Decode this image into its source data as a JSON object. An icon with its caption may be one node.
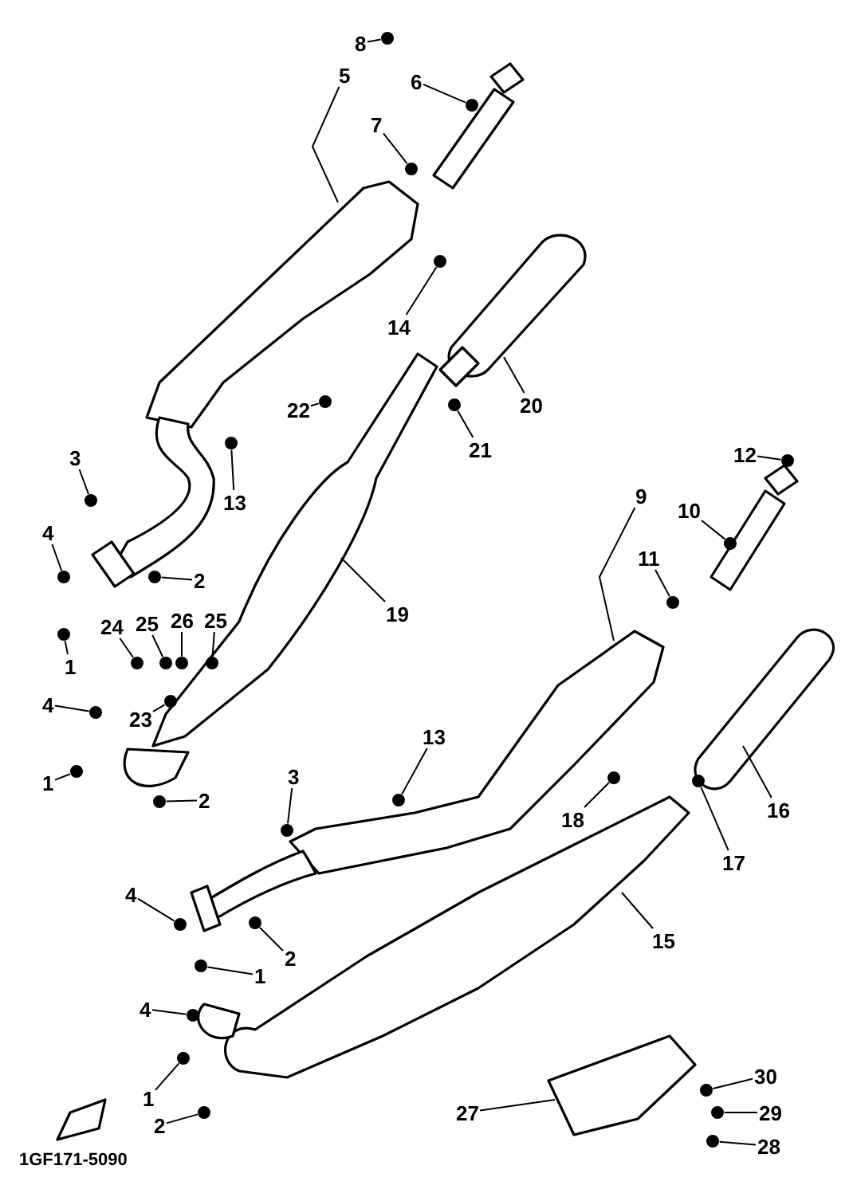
{
  "diagram": {
    "nodes": [
      {
        "text": [
          "8"
        ]
      },
      {
        "text": [
          "5"
        ]
      },
      {
        "text": [
          "6"
        ]
      },
      {
        "text": [
          "7"
        ]
      },
      {
        "text": [
          "14"
        ]
      },
      {
        "text": [
          "20"
        ]
      },
      {
        "text": [
          "22"
        ]
      },
      {
        "text": [
          "21"
        ]
      },
      {
        "text": [
          "3"
        ]
      },
      {
        "text": [
          "13"
        ]
      },
      {
        "text": [
          "4"
        ]
      },
      {
        "text": [
          "2"
        ]
      },
      {
        "text": [
          "19"
        ]
      },
      {
        "text": [
          "1"
        ]
      },
      {
        "text": [
          "24"
        ]
      },
      {
        "text": [
          "25"
        ]
      },
      {
        "text": [
          "26"
        ]
      },
      {
        "text": [
          "25"
        ]
      },
      {
        "text": [
          "4"
        ]
      },
      {
        "text": [
          "23"
        ]
      },
      {
        "text": [
          "1"
        ]
      },
      {
        "text": [
          "2"
        ]
      },
      {
        "text": [
          "12"
        ]
      },
      {
        "text": [
          "9"
        ]
      },
      {
        "text": [
          "10"
        ]
      },
      {
        "text": [
          "11"
        ]
      },
      {
        "text": [
          "16"
        ]
      },
      {
        "text": [
          "13"
        ]
      },
      {
        "text": [
          "3"
        ]
      },
      {
        "text": [
          "18"
        ]
      },
      {
        "text": [
          "17"
        ]
      },
      {
        "text": [
          "4"
        ]
      },
      {
        "text": [
          "2"
        ]
      },
      {
        "text": [
          "1"
        ]
      },
      {
        "text": [
          "15"
        ]
      },
      {
        "text": [
          "4"
        ]
      },
      {
        "text": [
          "1"
        ]
      },
      {
        "text": [
          "2"
        ]
      },
      {
        "text": [
          "27"
        ]
      },
      {
        "text": [
          "30"
        ]
      },
      {
        "text": [
          "29"
        ]
      },
      {
        "text": [
          "28"
        ]
      },
      {
        "text": [],
        "shape": "circle"
      },
      {
        "text": [],
        "shape": "circle"
      },
      {
        "text": [],
        "shape": "circle"
      },
      {
        "text": [],
        "shape": "circle"
      },
      {
        "text": [],
        "shape": "circle"
      },
      {
        "text": [],
        "shape": "circle"
      },
      {
        "text": [],
        "shape": "circle"
      },
      {
        "text": [],
        "shape": "circle"
      },
      {
        "text": [],
        "shape": "circle"
      },
      {
        "text": [],
        "shape": "circle"
      },
      {
        "text": [],
        "shape": "circle"
      },
      {
        "text": [],
        "shape": "circle"
      },
      {
        "text": [],
        "shape": "circle"
      },
      {
        "text": [],
        "shape": "circle"
      },
      {
        "text": [],
        "shape": "circle"
      },
      {
        "text": [],
        "shape": "circle"
      },
      {
        "text": [],
        "shape": "circle"
      },
      {
        "text": [],
        "shape": "circle"
      },
      {
        "text": [],
        "shape": "circle"
      },
      {
        "text": [],
        "shape": "circle"
      },
      {
        "text": [],
        "shape": "circle"
      },
      {
        "text": [],
        "shape": "circle"
      },
      {
        "text": [],
        "shape": "circle"
      },
      {
        "text": [],
        "shape": "circle"
      },
      {
        "text": [],
        "shape": "circle"
      },
      {
        "text": [],
        "shape": "circle"
      },
      {
        "text": [],
        "shape": "circle"
      },
      {
        "text": [],
        "shape": "circle"
      },
      {
        "text": [],
        "shape": "circle"
      },
      {
        "text": [],
        "shape": "circle"
      },
      {
        "text": [],
        "shape": "circle"
      },
      {
        "text": [],
        "shape": "circle"
      },
      {
        "text": [],
        "shape": "circle"
      },
      {
        "text": [],
        "shape": "circle"
      },
      {
        "text": [],
        "shape": "circle"
      }
    ],
    "edges": [
      {
        "from": 0,
        "to": 42,
        "arrow": "none"
      },
      {
        "from": 1,
        "to": null,
        "arrow": "none"
      },
      {
        "from": 2,
        "to": 43,
        "arrow": "none"
      },
      {
        "from": 3,
        "to": 44,
        "arrow": "none"
      },
      {
        "from": 4,
        "to": 45,
        "arrow": "none"
      },
      {
        "from": 5,
        "to": null,
        "arrow": "none"
      },
      {
        "from": 6,
        "to": 46,
        "arrow": "none"
      },
      {
        "from": 7,
        "to": 47,
        "arrow": "none"
      },
      {
        "from": 8,
        "to": 50,
        "arrow": "none"
      },
      {
        "from": 9,
        "to": 48,
        "arrow": "none"
      },
      {
        "from": 10,
        "to": 52,
        "arrow": "none"
      },
      {
        "from": 11,
        "to": 53,
        "arrow": "none"
      },
      {
        "from": 12,
        "to": null,
        "arrow": "none"
      },
      {
        "from": 13,
        "to": 55,
        "arrow": "none"
      },
      {
        "from": 14,
        "to": 56,
        "arrow": "none"
      },
      {
        "from": 15,
        "to": 57,
        "arrow": "none"
      },
      {
        "from": 16,
        "to": 58,
        "arrow": "none"
      },
      {
        "from": 17,
        "to": 59,
        "arrow": "none"
      },
      {
        "from": 18,
        "to": 61,
        "arrow": "none"
      },
      {
        "from": 19,
        "to": 60,
        "arrow": "none"
      },
      {
        "from": 20,
        "to": 62,
        "arrow": "none"
      },
      {
        "from": 21,
        "to": 66,
        "arrow": "none"
      },
      {
        "from": 22,
        "to": 49,
        "arrow": "none"
      },
      {
        "from": 23,
        "to": null,
        "arrow": "none"
      },
      {
        "from": 24,
        "to": 51,
        "arrow": "none"
      },
      {
        "from": 25,
        "to": 54,
        "arrow": "none"
      },
      {
        "from": 26,
        "to": null,
        "arrow": "none"
      },
      {
        "from": 27,
        "to": 65,
        "arrow": "none"
      },
      {
        "from": 28,
        "to": 67,
        "arrow": "none"
      },
      {
        "from": 29,
        "to": 63,
        "arrow": "none"
      },
      {
        "from": 30,
        "to": 64,
        "arrow": "none"
      },
      {
        "from": 31,
        "to": 69,
        "arrow": "none"
      },
      {
        "from": 32,
        "to": 68,
        "arrow": "none"
      },
      {
        "from": 33,
        "to": 70,
        "arrow": "none"
      },
      {
        "from": 34,
        "to": null,
        "arrow": "none"
      },
      {
        "from": 35,
        "to": 71,
        "arrow": "none"
      },
      {
        "from": 36,
        "to": 72,
        "arrow": "none"
      },
      {
        "from": 37,
        "to": 74,
        "arrow": "none"
      },
      {
        "from": 38,
        "to": null,
        "arrow": "none"
      },
      {
        "from": 39,
        "to": 73,
        "arrow": "none"
      },
      {
        "from": 40,
        "to": 75,
        "arrow": "none"
      },
      {
        "from": 41,
        "to": 76,
        "arrow": "none"
      }
    ],
    "labels": [
      "1GF171-5090"
    ]
  }
}
